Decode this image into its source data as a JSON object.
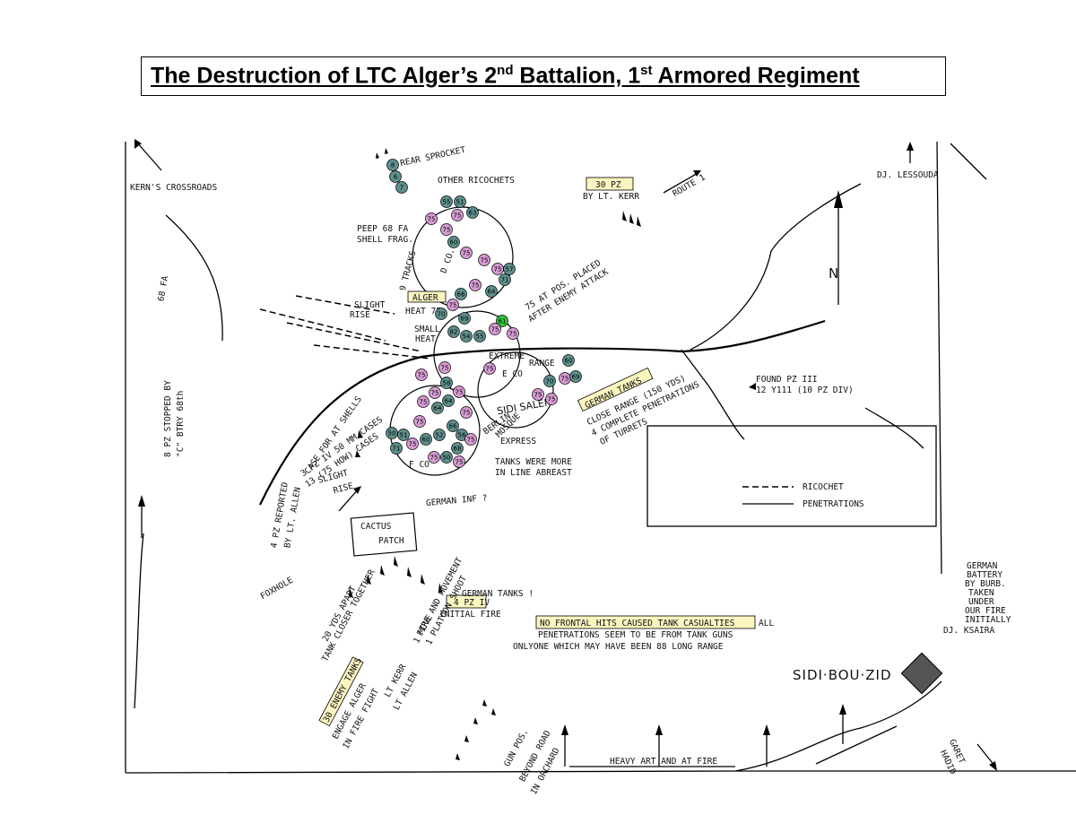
{
  "title": {
    "part1": "The Destruction of LTC Alger’s 2",
    "sup1": "nd",
    "part2": " Battalion, 1",
    "sup2": "st",
    "part3": " Armored Regiment "
  },
  "labels": {
    "kerns_crossroads": "KERN'S CROSSROADS",
    "dj_lessouda": "DJ. LESSOUDA",
    "route_1": "ROUTE 1",
    "rear_sprocket": "REAR SPROCKET",
    "other_ricochets": "OTHER RICOCHETS",
    "pz30": "30 PZ",
    "by_lt_kerr": "BY LT. KERR",
    "peep_68": "PEEP 68 FA",
    "shell_frag": "SHELL FRAG.",
    "tracks": "9 TRACKS",
    "alger": "ALGER",
    "slight_rise_1": "SLIGHT",
    "slight_rise_1b": "RISE",
    "heat_75": "HEAT 75",
    "small_heat": "SMALL",
    "small_heat_b": "HEAT",
    "d_co": "D CO.",
    "at_pos": "75 AT POS. PLACED",
    "at_pos_b": "AFTER ENEMY ATTACK",
    "extreme_range": "EXTREME",
    "extreme_range_b": "RANGE",
    "e_co": "E CO",
    "german_tanks": "GERMAN TANKS",
    "close_range": "CLOSE RANGE (150 YDS)",
    "complete_pen": "4 COMPLETE PENETRATIONS",
    "of_turrets": "OF TURRETS",
    "found_pz": "FOUND PZ III",
    "found_pz_b": "12 Y111 (10 PZ DIV)",
    "sidi_salem": "SIDI SALEM",
    "mosque": "MOSQUE",
    "berlin_express": "BERLIN",
    "express": "EXPRESS",
    "f_co": "F CO",
    "case_for_at": "CASE FOR AT SHELLS",
    "pz_iv_cases": "3 PZ IV 50 MM CASES",
    "how_cases": "13 (75 HOW) CASES",
    "tanks_more": "TANKS WERE MORE",
    "in_line": "IN LINE ABREAST",
    "german_inf": "GERMAN INF ?",
    "slight_rise_2": "SLIGHT",
    "slight_rise_2b": "RISE",
    "pz_reported": "4 PZ REPORTED",
    "by_lt_allen": "BY LT. ALLEN",
    "pz_stopped": "8 PZ STOPPED BY",
    "c_btry": "\"C\" BTRY 68th",
    "fa_68": "68 FA",
    "cactus": "CACTUS",
    "patch": "PATCH",
    "foxhole": "FOXHOLE",
    "tank_closer": "TANK CLOSER TOGETHER",
    "yds_apart": "20 YDS APART",
    "fire_and_movement": "FIRE AND MOVEMENT",
    "platoon_shoot": "1 PLATOON SHOOT",
    "move": "1 MOVE",
    "german_tanks_2": "GERMAN TANKS !",
    "pz_iv": "4 PZ IV",
    "initial_fire": "INITIAL FIRE",
    "no_frontal": "NO FRONTAL HITS CAUSED TANK CASUALTIES",
    "all": "ALL",
    "penetrations_seem": "PENETRATIONS SEEM TO BE FROM TANK GUNS",
    "only_one": "ONLYONE WHICH MAY HAVE BEEN 88 LONG RANGE",
    "enemy_tanks_30": "30 ENEMY TANKS",
    "engage_alger": "ENGAGE ALGER",
    "in_fire_fight": "IN FIRE FIGHT",
    "lt_kerr": "LT KERR",
    "lt_allen": "LT ALLEN",
    "gun_pos": "GUN POS.",
    "beyond_road": "BEYOND ROAD",
    "in_orchard": "IN ORCHARD",
    "heavy_art": "HEAVY ART AND AT FIRE",
    "sidi_bou_zid": "SIDI·BOU·ZID",
    "dj_ksaira": "DJ. KSAIRA",
    "garet": "GARET",
    "hadid": "HADID",
    "german_battery": [
      "GERMAN",
      "BATTERY",
      "BY BURB.",
      "TAKEN",
      "UNDER",
      "OUR FIRE",
      "INITIALLY"
    ],
    "north": "N"
  },
  "legend": {
    "ricochet": "RICOCHET",
    "penetrations": "PENETRATIONS"
  },
  "colors": {
    "us_tank": "#5d8f8c",
    "german_tank": "#d69ad2",
    "alger_tank": "#31c23a",
    "highlight": "#fbf5c0"
  },
  "tank_markers": [
    {
      "id": "6",
      "side": "us"
    },
    {
      "id": "7",
      "side": "us"
    },
    {
      "id": "8",
      "side": "us"
    },
    {
      "id": "75",
      "side": "de"
    },
    {
      "id": "75",
      "side": "de"
    },
    {
      "id": "55",
      "side": "us"
    },
    {
      "id": "51",
      "side": "us"
    },
    {
      "id": "63",
      "side": "us"
    },
    {
      "id": "75",
      "side": "de"
    },
    {
      "id": "60",
      "side": "us"
    },
    {
      "id": "75",
      "side": "de"
    },
    {
      "id": "75",
      "side": "de"
    },
    {
      "id": "75",
      "side": "de"
    },
    {
      "id": "57",
      "side": "us"
    },
    {
      "id": "71",
      "side": "us"
    },
    {
      "id": "64",
      "side": "us"
    },
    {
      "id": "75",
      "side": "de"
    },
    {
      "id": "66",
      "side": "us"
    },
    {
      "id": "70",
      "side": "us"
    },
    {
      "id": "75",
      "side": "de"
    },
    {
      "id": "69",
      "side": "us"
    },
    {
      "id": "82",
      "side": "us"
    },
    {
      "id": "54",
      "side": "us"
    },
    {
      "id": "55",
      "side": "us"
    },
    {
      "id": "61",
      "side": "alger"
    },
    {
      "id": "75",
      "side": "de"
    },
    {
      "id": "75",
      "side": "de"
    },
    {
      "id": "75",
      "side": "de"
    },
    {
      "id": "75",
      "side": "de"
    },
    {
      "id": "75",
      "side": "de"
    },
    {
      "id": "58",
      "side": "us"
    },
    {
      "id": "75",
      "side": "de"
    },
    {
      "id": "75",
      "side": "de"
    },
    {
      "id": "64",
      "side": "us"
    },
    {
      "id": "64",
      "side": "us"
    },
    {
      "id": "75",
      "side": "de"
    },
    {
      "id": "70",
      "side": "us"
    },
    {
      "id": "75",
      "side": "de"
    },
    {
      "id": "69",
      "side": "us"
    },
    {
      "id": "75",
      "side": "de"
    },
    {
      "id": "75",
      "side": "de"
    },
    {
      "id": "60",
      "side": "us"
    },
    {
      "id": "75",
      "side": "de"
    },
    {
      "id": "51",
      "side": "us"
    },
    {
      "id": "50",
      "side": "us"
    },
    {
      "id": "71",
      "side": "us"
    },
    {
      "id": "75",
      "side": "de"
    },
    {
      "id": "60",
      "side": "us"
    },
    {
      "id": "52",
      "side": "us"
    },
    {
      "id": "66",
      "side": "us"
    },
    {
      "id": "56",
      "side": "us"
    },
    {
      "id": "68",
      "side": "us"
    },
    {
      "id": "50",
      "side": "us"
    },
    {
      "id": "75",
      "side": "de"
    },
    {
      "id": "75",
      "side": "de"
    },
    {
      "id": "75",
      "side": "de"
    },
    {
      "id": "75",
      "side": "de"
    }
  ]
}
